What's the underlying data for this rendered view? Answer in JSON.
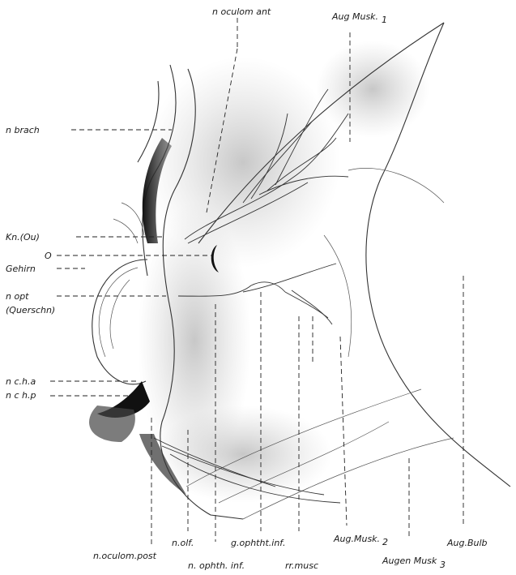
{
  "figure": {
    "labels": {
      "n_oculom_ant": "n oculom ant",
      "aug_musk_1": "Aug Musk.",
      "aug_musk_1_sub": "1",
      "n_brach": "n brach",
      "kn_ou": "Kn.(Ou)",
      "o": "O",
      "gehirn": "Gehirn",
      "n_opt": "n opt",
      "querschn": "(Querschn)",
      "n_c_h_a": "n c.h.a",
      "n_c_h_p": "n c h.p",
      "n_oculom_post": "n.oculom.post",
      "n_olf": "n.olf.",
      "n_ophth_inf": "n. ophth. inf.",
      "g_ophtht_inf": "g.ophtht.inf.",
      "rr_musc": "rr.musc",
      "aug_musk_2": "Aug.Musk.",
      "aug_musk_2_sub": "2",
      "augen_musk_3": "Augen Musk",
      "augen_musk_3_sub": "3",
      "aug_bulb": "Aug.Bulb"
    }
  }
}
